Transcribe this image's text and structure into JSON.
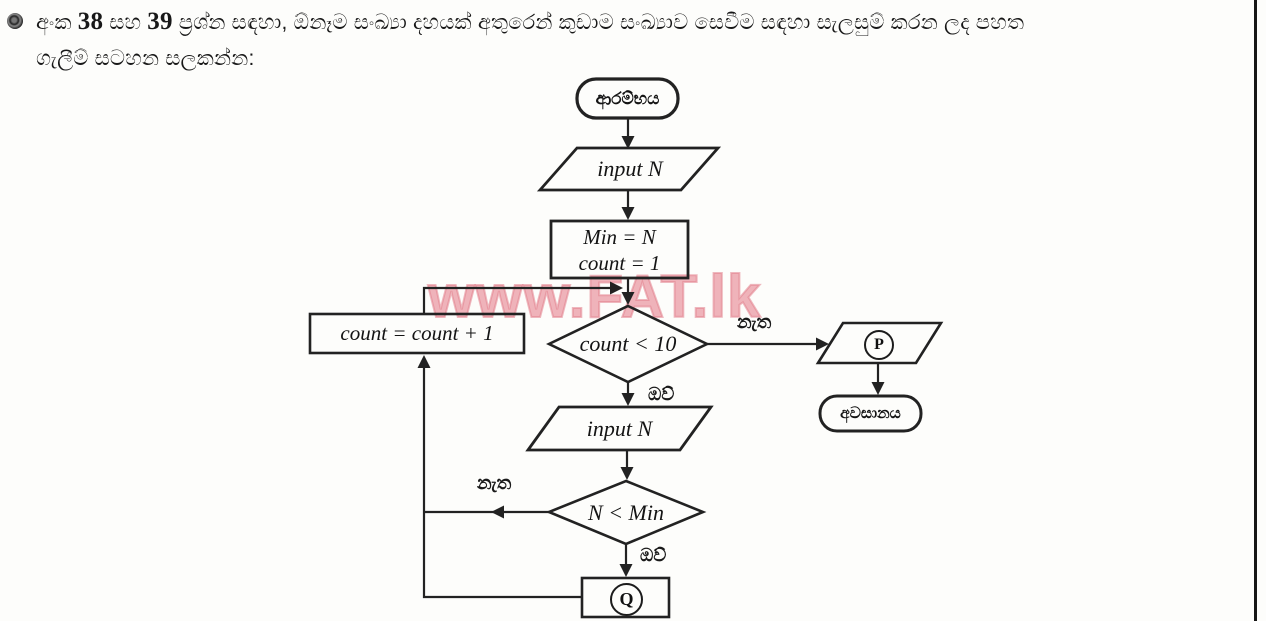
{
  "page": {
    "header": {
      "line1_parts": [
        "අංක ",
        "38",
        " සහ ",
        "39",
        " ප්‍රශ්න සඳහා, ඕනෑම සංඛ්‍යා දහයක් අතුරෙන් කුඩාම සංඛ්‍යාව සෙවීම සඳහා සැලසුම් කරන ලද පහත"
      ],
      "line2": "ගැලීම් සටහන සලකන්න:"
    },
    "watermark": "www.FAT.lk",
    "colors": {
      "ink": "#1c1c1c",
      "paper": "#fdfdfb",
      "watermark_pink": "#e78f9a"
    }
  },
  "flowchart": {
    "start_terminal": "ආරම්භය",
    "input_first": "input N",
    "init_line1": "Min = N",
    "init_line2": "count = 1",
    "decision_count": "count < 10",
    "label_no_count": "නැත",
    "label_yes_count": "ඔව්",
    "connector_p": "P",
    "end_terminal": "අවසානය",
    "input_second": "input N",
    "decision_min": "N < Min",
    "label_no_min": "නැත",
    "label_yes_min": "ඔව්",
    "connector_q": "Q",
    "increment_box": "count = count + 1"
  }
}
